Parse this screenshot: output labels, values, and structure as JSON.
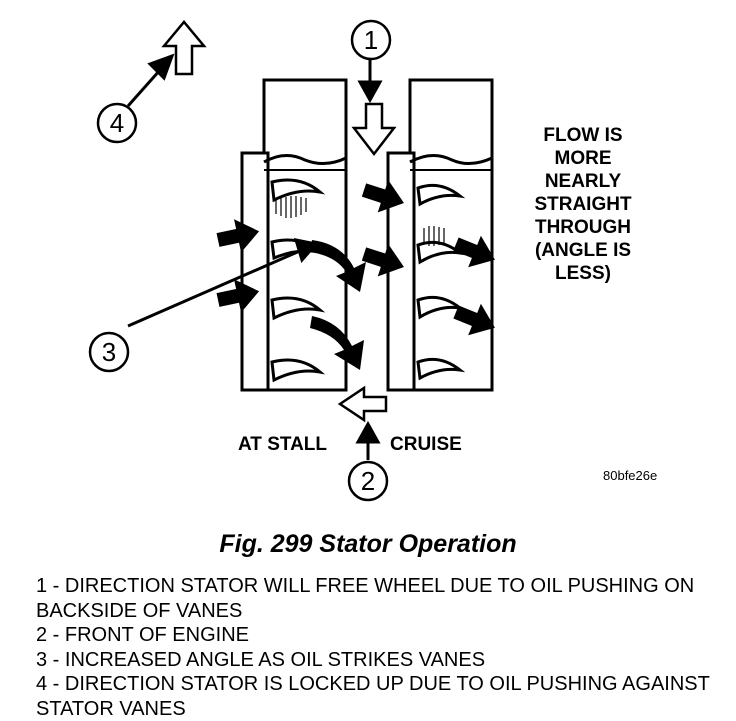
{
  "diagram": {
    "callouts": [
      "1",
      "2",
      "3",
      "4"
    ],
    "flow_note": [
      "FLOW IS",
      "MORE",
      "NEARLY",
      "STRAIGHT",
      "THROUGH",
      "(ANGLE IS",
      "LESS)"
    ],
    "label_stall": "AT STALL",
    "label_cruise": "CRUISE",
    "image_code": "80bfe26e"
  },
  "caption": "Fig. 299 Stator Operation",
  "legend": [
    "1 - DIRECTION STATOR WILL FREE WHEEL DUE TO OIL PUSHING ON BACKSIDE OF VANES",
    "2 - FRONT OF ENGINE",
    "3 - INCREASED ANGLE AS OIL STRIKES VANES",
    "4 - DIRECTION STATOR IS LOCKED UP DUE TO OIL PUSHING AGAINST STATOR VANES"
  ]
}
